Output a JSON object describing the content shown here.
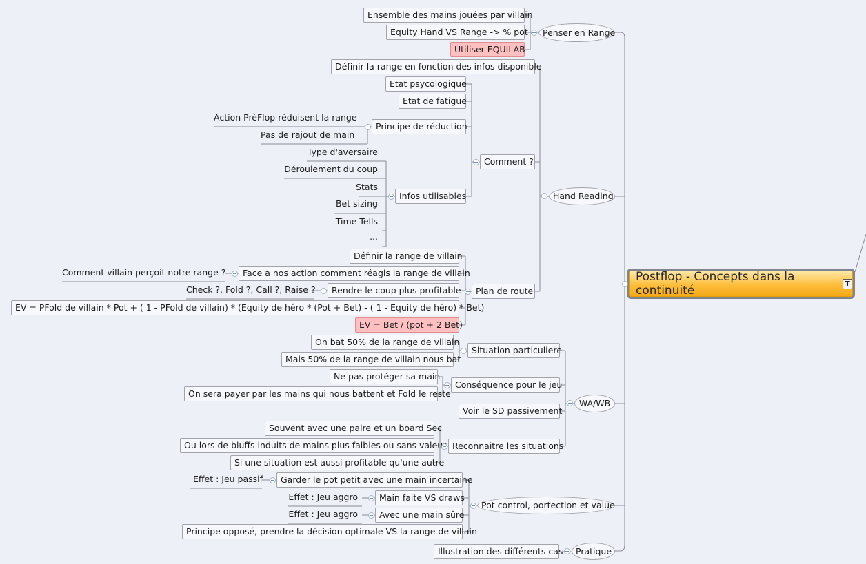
{
  "root": {
    "label": "Postflop - Concepts dans la continuité",
    "icon": "T"
  },
  "nodes": [
    {
      "id": "penser",
      "label": "Penser en Range"
    },
    {
      "id": "ensemble",
      "label": "Ensemble des mains jouées par villain"
    },
    {
      "id": "equity",
      "label": "Equity Hand VS Range -> % pot"
    },
    {
      "id": "equilab",
      "label": "Utiliser EQUILAB"
    },
    {
      "id": "hand",
      "label": "Hand Reading"
    },
    {
      "id": "definir",
      "label": "Définir la range en fonction des infos disponible"
    },
    {
      "id": "comment",
      "label": "Comment ?"
    },
    {
      "id": "etatpsy",
      "label": "Etat psycologique"
    },
    {
      "id": "etatfat",
      "label": "Etat de fatigue"
    },
    {
      "id": "principe",
      "label": "Principe de réduction"
    },
    {
      "id": "action",
      "label": "Action PrèFlop réduisent la range"
    },
    {
      "id": "rajout",
      "label": "Pas de rajout de main"
    },
    {
      "id": "infos",
      "label": "Infos utilisables"
    },
    {
      "id": "type",
      "label": "Type d'aversaire"
    },
    {
      "id": "deroul",
      "label": "Déroulement du coup"
    },
    {
      "id": "stats",
      "label": "Stats"
    },
    {
      "id": "betsizing",
      "label": "Bet sizing"
    },
    {
      "id": "timetells",
      "label": "Time Tells"
    },
    {
      "id": "dots",
      "label": "..."
    },
    {
      "id": "plan",
      "label": "Plan de route"
    },
    {
      "id": "defvil",
      "label": "Définir la range de villain"
    },
    {
      "id": "face",
      "label": "Face a nos action comment réagis la range de villain"
    },
    {
      "id": "percoit",
      "label": "Comment villain perçoit notre range ?"
    },
    {
      "id": "rendre",
      "label": "Rendre le coup plus profitable"
    },
    {
      "id": "check",
      "label": "Check ?, Fold ?, Call ?, Raise ?"
    },
    {
      "id": "evformula",
      "label": "EV = PFold de villain * Pot + ( 1 - PFold de villain) * (Equity de héro * (Pot + Bet) - ( 1 - Equity de héro) * Bet)"
    },
    {
      "id": "evbet",
      "label": "EV = Bet / (pot + 2 Bet)"
    },
    {
      "id": "wawb",
      "label": "WA/WB"
    },
    {
      "id": "situation",
      "label": "Situation particuliere"
    },
    {
      "id": "onbat",
      "label": "On bat 50% de la range de villain"
    },
    {
      "id": "mais",
      "label": "Mais 50% de la range de villain nous bat"
    },
    {
      "id": "consequence",
      "label": "Conséquence pour le jeu"
    },
    {
      "id": "proteger",
      "label": "Ne pas protéger sa main"
    },
    {
      "id": "payer",
      "label": "On sera payer par les mains qui nous battent et Fold le reste"
    },
    {
      "id": "voirsd",
      "label": "Voir le SD passivement"
    },
    {
      "id": "reconnaitre",
      "label": "Reconnaitre les situations"
    },
    {
      "id": "souvent",
      "label": "Souvent avec une paire et un board Sec"
    },
    {
      "id": "bluffs",
      "label": "Ou lors de bluffs induits de mains plus faibles ou sans valeur"
    },
    {
      "id": "aussi",
      "label": "Si une situation est aussi profitable qu'une autre"
    },
    {
      "id": "potcontrol",
      "label": "Pot control, portection et value"
    },
    {
      "id": "garder",
      "label": "Garder le pot petit avec une main incertaine"
    },
    {
      "id": "passif",
      "label": "Effet : Jeu passif"
    },
    {
      "id": "mainfaite",
      "label": "Main faite VS draws"
    },
    {
      "id": "aggro1",
      "label": "Effet : Jeu aggro"
    },
    {
      "id": "mainsure",
      "label": "Avec une main sûre"
    },
    {
      "id": "aggro2",
      "label": "Effet : Jeu aggro"
    },
    {
      "id": "oppose",
      "label": "Principe opposé, prendre la décision optimale VS la range de villain"
    },
    {
      "id": "pratique",
      "label": "Pratique"
    },
    {
      "id": "illustration",
      "label": "Illustration des différents cas"
    }
  ]
}
